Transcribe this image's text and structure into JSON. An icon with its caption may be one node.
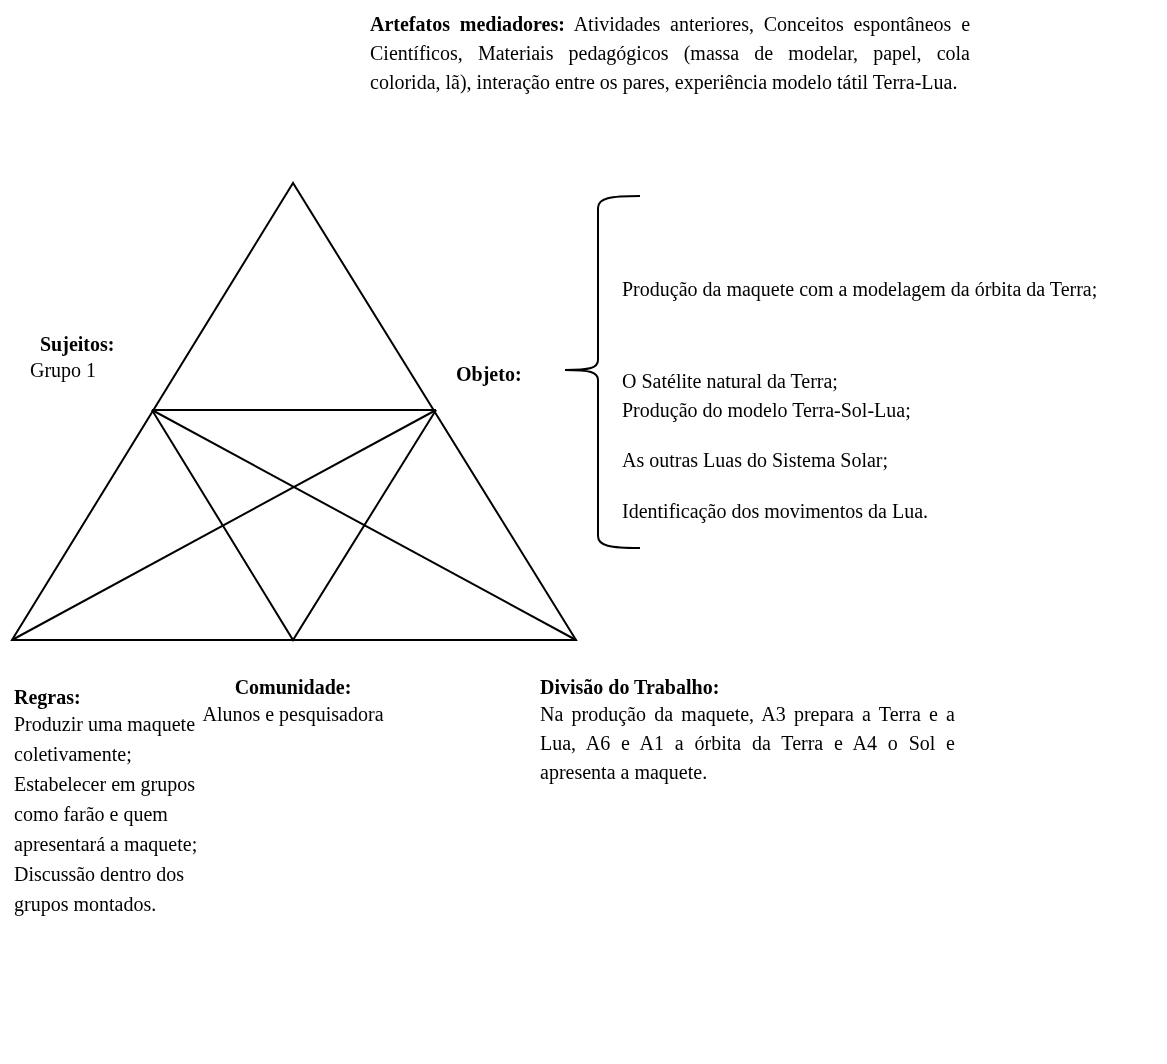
{
  "diagram": {
    "labels": [
      "**Artefatos mediadores:** Atividades anteriores, Conceitos espontâneos e Científicos, Materiais pedagógicos (massa de modelar, papel, cola colorida, lã), interação entre os pares, experiência modelo tátil Terra-Lua.",
      "Sujeitos:",
      "Grupo 1",
      "Objeto:",
      "Produção da maquete com a modelagem da órbita da Terra;",
      "O Satélite natural da Terra;",
      "Produção do modelo Terra-Sol-Lua;",
      "As outras Luas do Sistema Solar;",
      "Identificação dos movimentos da Lua.",
      "Regras:",
      "Comunidade:",
      "Divisão do Trabalho:",
      "Produzir uma maquete coletivamente; Estabelecer em grupos como farão e quem apresentará a maquete; Discussão dentro dos grupos montados.",
      "Alunos e pesquisadora",
      "Na produção da maquete, A3 prepara a Terra e a Lua, A6 e A1 a órbita da Terra e A4 o Sol e apresenta a maquete."
    ]
  }
}
